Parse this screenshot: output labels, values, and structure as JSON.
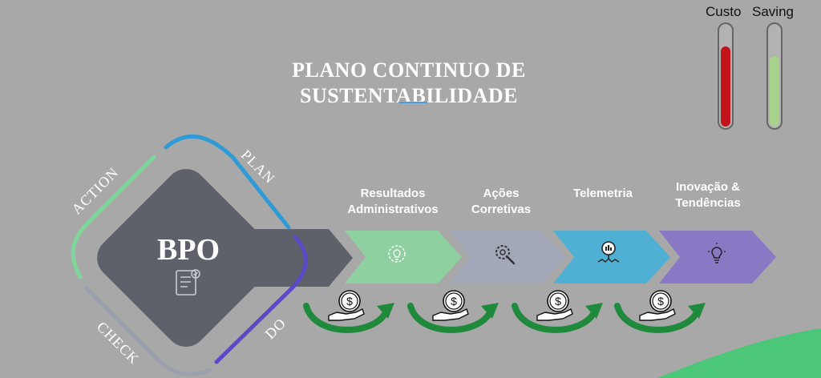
{
  "title": {
    "line1": "PLANO CONTINUO DE",
    "line2": "SUSTENTABILIDADE"
  },
  "gauges": [
    {
      "label": "Custo",
      "fill": 0.79,
      "color": "#c0131c"
    },
    {
      "label": "Saving",
      "fill": 0.7,
      "color": "#a6d28c"
    }
  ],
  "cycle": {
    "center_label": "BPO",
    "stages": {
      "plan": "PLAN",
      "action": "ACTION",
      "check": "CHECK",
      "do": "DO"
    },
    "center_icon": "document-gear-icon"
  },
  "steps": [
    {
      "label_line1": "Resultados",
      "label_line2": "Administrativos",
      "color": "#8fd0a0",
      "icon": "lightbulb-gear-icon"
    },
    {
      "label_line1": "Ações",
      "label_line2": "Corretivas",
      "color": "#a3a8b8",
      "icon": "wrench-gear-icon"
    },
    {
      "label_line1": "Telemetria",
      "label_line2": "",
      "color": "#4fb0d4",
      "icon": "analytics-magnifier-icon"
    },
    {
      "label_line1": "Inovação &",
      "label_line2": "Tendências",
      "color": "#8a78c4",
      "icon": "lightbulb-icon"
    }
  ],
  "saving_icons": [
    "hand-coin-arrow-icon",
    "hand-coin-arrow-icon",
    "hand-coin-arrow-icon",
    "hand-coin-arrow-icon"
  ],
  "colors": {
    "background": "#a8a8a8",
    "diamond": "#5e616a",
    "plan_arc": "#2e9bd6",
    "action_arc": "#7fd69a",
    "do_arc": "#5b49c8",
    "check_arc": "#9aa0ad",
    "saving_arrow": "#1f8a3c"
  }
}
